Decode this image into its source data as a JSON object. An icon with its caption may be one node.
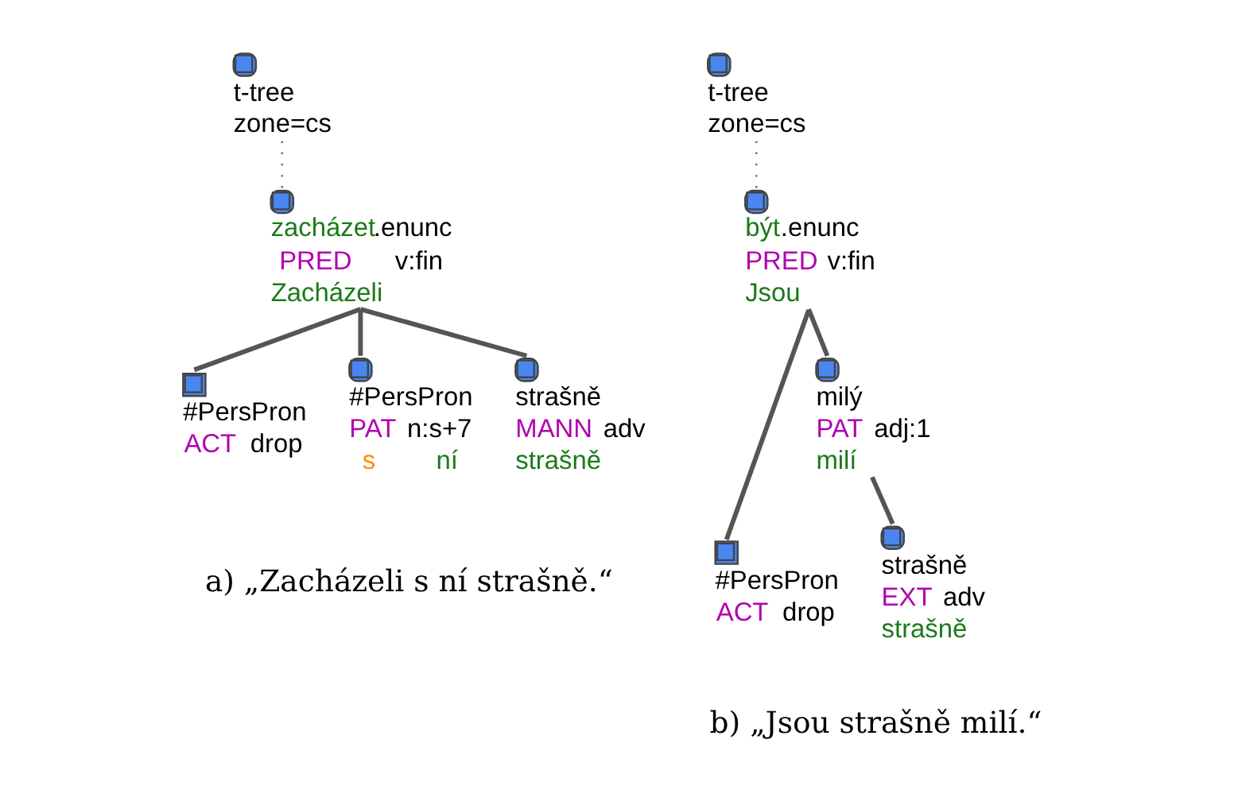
{
  "diagram": {
    "nodes": [
      {
        "text": [
          "t-tree",
          "zone=cs"
        ]
      },
      {
        "text": [
          "zacházet.enunc",
          "PRED v:fin",
          "Zacházeli"
        ]
      },
      {
        "text": [
          "#PersPron",
          "ACT drop"
        ]
      },
      {
        "text": [
          "#PersPron",
          "PAT n:s+7",
          "s ní"
        ]
      },
      {
        "text": [
          "strašně",
          "MANN adv",
          "strašně"
        ]
      },
      {
        "text": [
          "t-tree",
          "zone=cs"
        ]
      },
      {
        "text": [
          "být.enunc",
          "PRED v:fin",
          "Jsou"
        ]
      },
      {
        "text": [
          "#PersPron",
          "ACT drop"
        ]
      },
      {
        "text": [
          "milý",
          "PAT adj:1",
          "milí"
        ]
      },
      {
        "text": [
          "strašně",
          "EXT adv",
          "strašně"
        ]
      }
    ],
    "edges": [
      {
        "from": 0,
        "to": 1,
        "arrow": "none",
        "style": "dashed"
      },
      {
        "from": 1,
        "to": 2,
        "arrow": "none"
      },
      {
        "from": 1,
        "to": 3,
        "arrow": "none"
      },
      {
        "from": 1,
        "to": 4,
        "arrow": "none"
      },
      {
        "from": 5,
        "to": 6,
        "arrow": "none",
        "style": "dashed"
      },
      {
        "from": 6,
        "to": 7,
        "arrow": "none"
      },
      {
        "from": 6,
        "to": 8,
        "arrow": "none"
      },
      {
        "from": 8,
        "to": 9,
        "arrow": "none"
      }
    ],
    "labels": [
      "a) „Zacházeli s ní strašně.“",
      "b) „Jsou strašně milí.“"
    ]
  }
}
